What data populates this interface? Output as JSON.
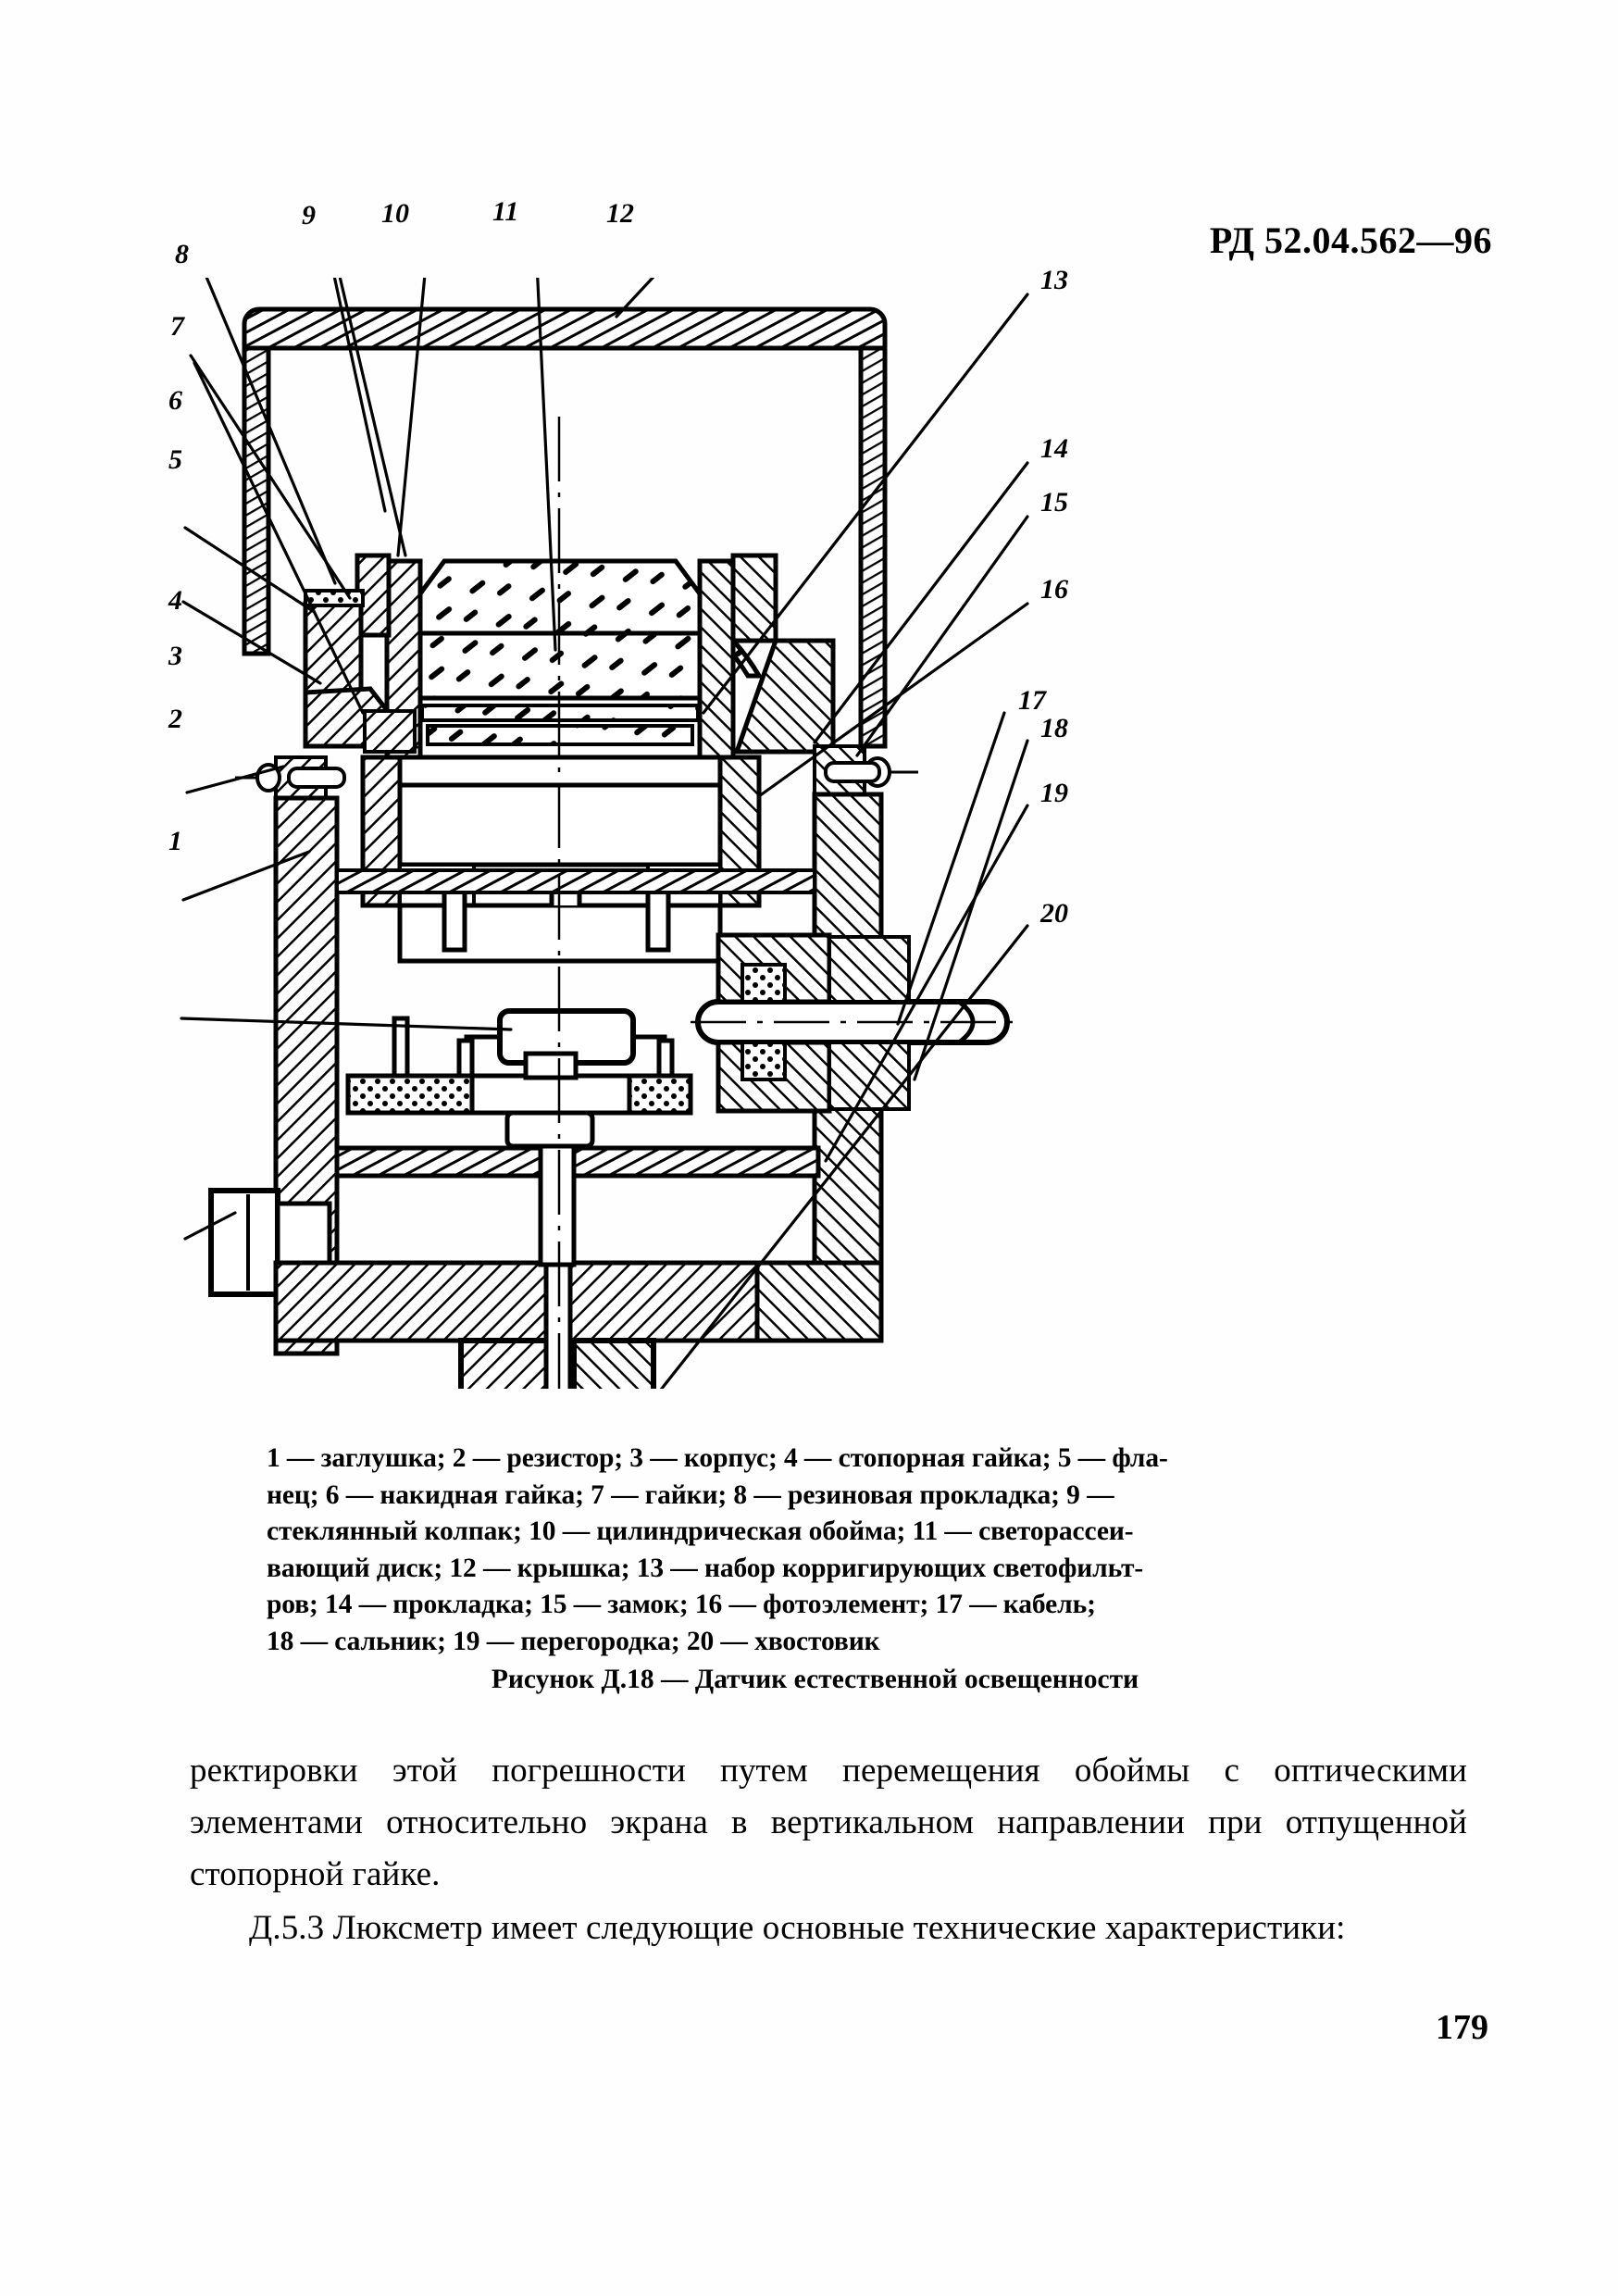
{
  "header": {
    "document_code": "РД 52.04.562—96"
  },
  "figure": {
    "title": "Рисунок Д.18 — Датчик естественной освещенности",
    "legend_lines": [
      "1 — заглушка; 2 — резистор; 3 — корпус; 4 — стопорная гайка; 5 — фла-",
      "нец; 6 — накидная гайка; 7 — гайки; 8 — резиновая прокладка; 9 —",
      "стеклянный колпак; 10 — цилиндрическая обойма; 11 — светорассеи-",
      "вающий диск; 12 — крышка; 13 — набор корригирующих светофильт-",
      "ров; 14 — прокладка; 15 — замок; 16 — фотоэлемент; 17 — кабель;",
      "18 — сальник; 19 — перегородка; 20 — хвостовик"
    ],
    "parts": [
      {
        "number": "1",
        "name": "заглушка"
      },
      {
        "number": "2",
        "name": "резистор"
      },
      {
        "number": "3",
        "name": "корпус"
      },
      {
        "number": "4",
        "name": "стопорная гайка"
      },
      {
        "number": "5",
        "name": "фланец"
      },
      {
        "number": "6",
        "name": "накидная гайка"
      },
      {
        "number": "7",
        "name": "гайки"
      },
      {
        "number": "8",
        "name": "резиновая прокладка"
      },
      {
        "number": "9",
        "name": "стеклянный колпак"
      },
      {
        "number": "10",
        "name": "цилиндрическая обойма"
      },
      {
        "number": "11",
        "name": "светорассеивающий диск"
      },
      {
        "number": "12",
        "name": "крышка"
      },
      {
        "number": "13",
        "name": "набор корригирующих светофильтров"
      },
      {
        "number": "14",
        "name": "прокладка"
      },
      {
        "number": "15",
        "name": "замок"
      },
      {
        "number": "16",
        "name": "фотоэлемент"
      },
      {
        "number": "17",
        "name": "кабель"
      },
      {
        "number": "18",
        "name": "сальник"
      },
      {
        "number": "19",
        "name": "перегородка"
      },
      {
        "number": "20",
        "name": "хвостовик"
      }
    ]
  },
  "body": {
    "paragraph_1": "ректировки этой погрешности путем перемещения обоймы с опти­ческими элементами относительно экрана в вертикальном на­правлении при отпущенной стопорной гайке.",
    "paragraph_2": "Д.5.3  Люксметр имеет следующие основные технические ха­рактеристики:"
  },
  "footer": {
    "page_number": "179"
  },
  "colors": {
    "ink": "#000000",
    "paper": "#ffffff"
  }
}
